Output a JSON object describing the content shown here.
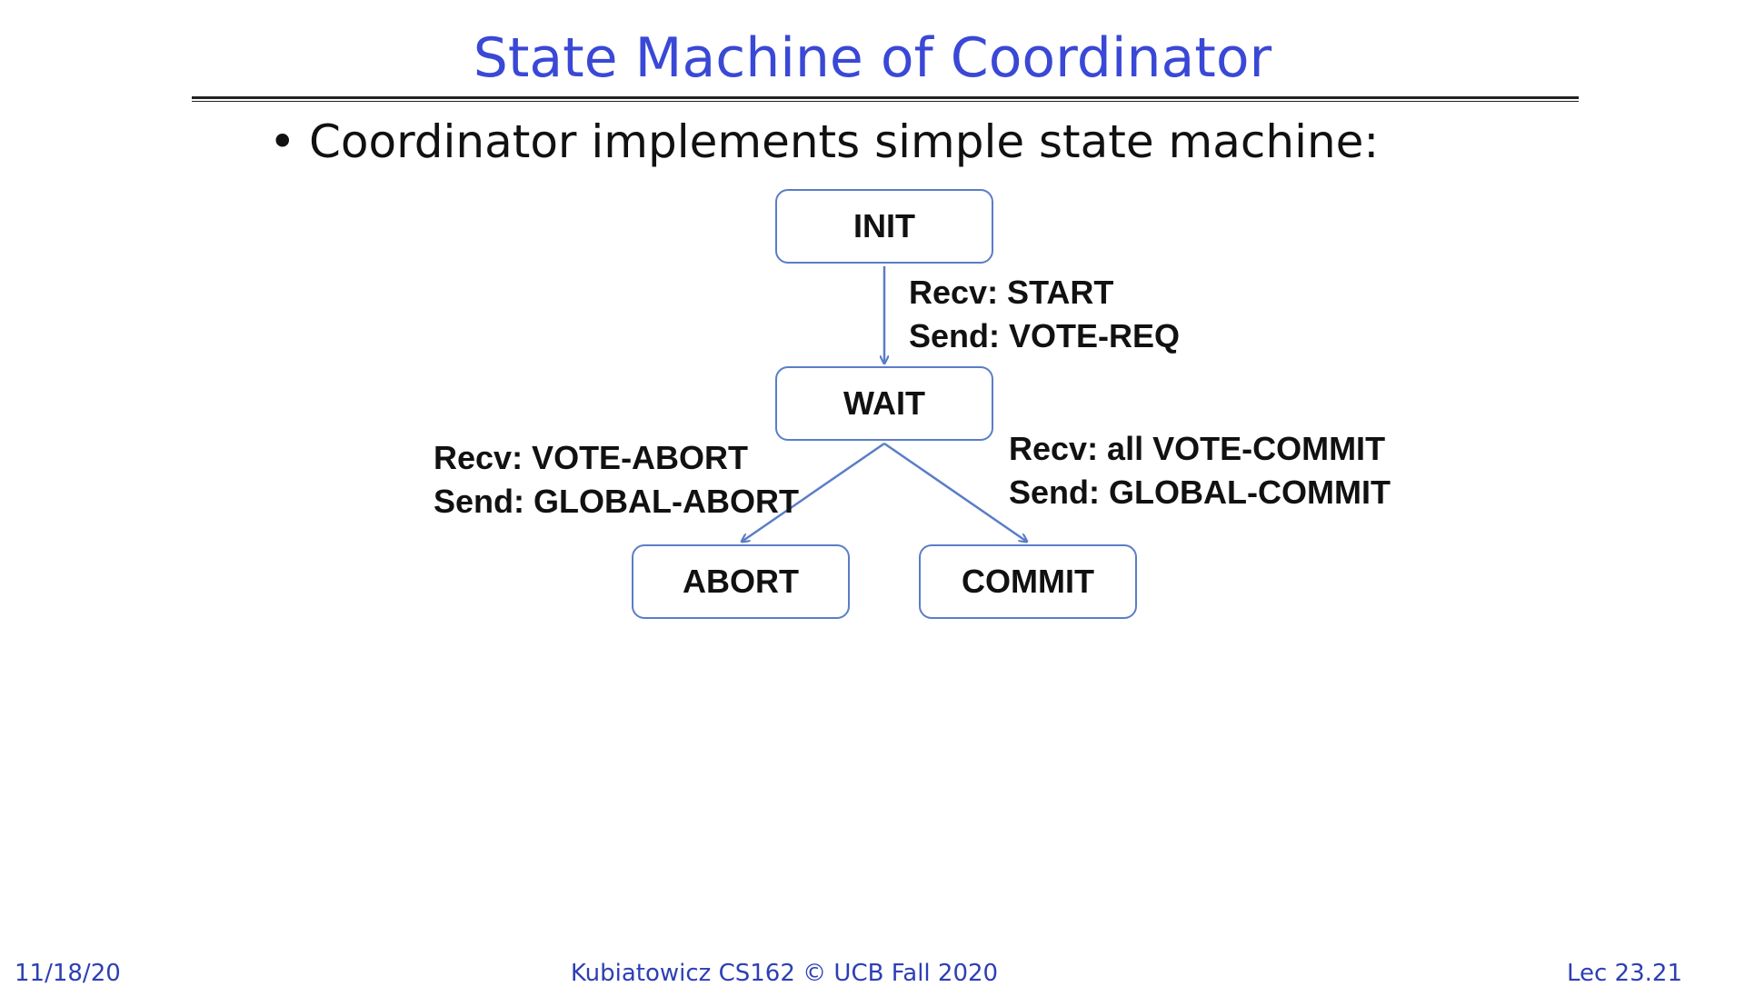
{
  "slide": {
    "title": "State Machine of Coordinator",
    "bullet": "Coordinator implements simple state machine:"
  },
  "diagram": {
    "states": {
      "init": "INIT",
      "wait": "WAIT",
      "abort": "ABORT",
      "commit": "COMMIT"
    },
    "transitions": {
      "init_to_wait": {
        "recv": "Recv: START",
        "send": "Send: VOTE-REQ"
      },
      "wait_to_abort": {
        "recv": "Recv: VOTE-ABORT",
        "send": "Send: GLOBAL-ABORT"
      },
      "wait_to_commit": {
        "recv": "Recv: all VOTE-COMMIT",
        "send": "Send: GLOBAL-COMMIT"
      }
    },
    "colors": {
      "arrow": "#5b7dc8",
      "box_border": "#5b7dc8",
      "title": "#3a48d6",
      "footer": "#2d3fb5"
    }
  },
  "footer": {
    "date": "11/18/20",
    "course": "Kubiatowicz CS162 © UCB Fall 2020",
    "lecture": "Lec 23.21"
  }
}
